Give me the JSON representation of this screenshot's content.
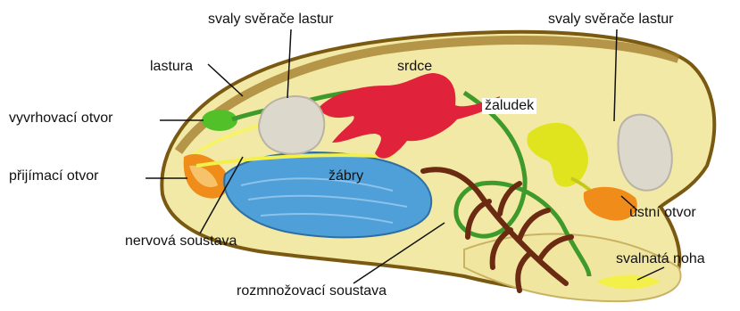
{
  "labels": {
    "muscles_left": "svaly svěrače lastur",
    "muscles_right": "svaly svěrače lastur",
    "shell": "lastura",
    "heart": "srdce",
    "stomach": "žaludek",
    "excurrent": "vyvrhovací otvor",
    "incurrent": "přijímací otvor",
    "gills": "žábry",
    "mouth": "ústní otvor",
    "nervous": "nervová soustava",
    "foot": "svalnatá noha",
    "reproductive": "rozmnožovací soustava"
  },
  "colors": {
    "shell_fill": "#f3e9a6",
    "shell_rim": "#7a5a12",
    "heart": "#e0223b",
    "gills": "#4f9fd8",
    "intestine": "#3f9a2c",
    "stomach": "#e0e41e",
    "muscle": "#ddd8cc",
    "reproductive": "#6b2a12",
    "orange": "#f08c1a"
  }
}
